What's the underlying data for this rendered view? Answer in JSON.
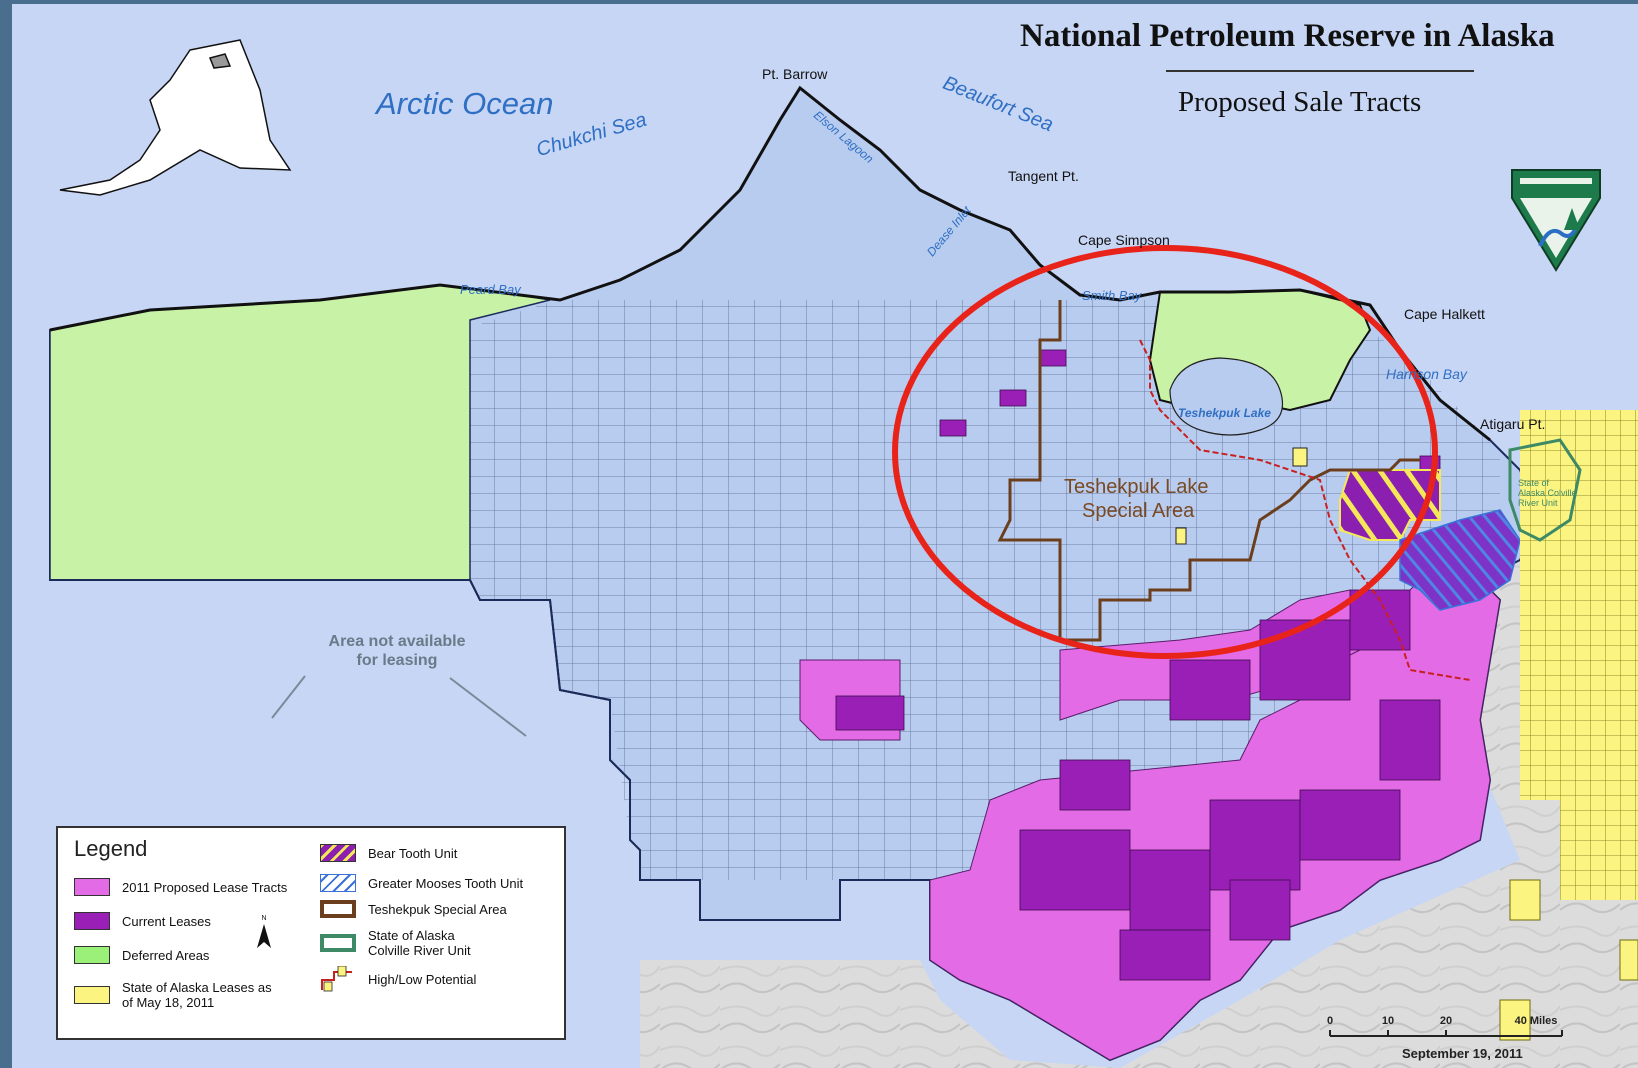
{
  "title": "National Petroleum Reserve in Alaska",
  "subtitle": "Proposed Sale Tracts",
  "labels": {
    "arctic_ocean": "Arctic Ocean",
    "chukchi_sea": "Chukchi Sea",
    "beaufort_sea": "Beaufort Sea",
    "pt_barrow": "Pt. Barrow",
    "elson_lagoon": "Elson Lagoon",
    "dease_inlet": "Dease Inlet",
    "tangent_pt": "Tangent Pt.",
    "cape_simpson": "Cape Simpson",
    "smith_bay": "Smith Bay",
    "cape_halkett": "Cape Halkett",
    "harrison_bay": "Harrison Bay",
    "atigaru_pt": "Atigaru Pt.",
    "peard_bay": "Peard Bay",
    "teshekpuk_lake": "Teshekpuk Lake",
    "special_area_line1": "Teshekpuk Lake",
    "special_area_line2": "Special Area",
    "not_available_line1": "Area not available",
    "not_available_line2": "for leasing",
    "colville_unit": "State of Alaska Colville River Unit"
  },
  "legend": {
    "title": "Legend",
    "items": [
      {
        "label": "2011 Proposed Lease Tracts",
        "color": "#e36be6"
      },
      {
        "label": "Current Leases",
        "color": "#9a1fb7"
      },
      {
        "label": "Deferred Areas",
        "color": "#c8f2a6"
      },
      {
        "label": "State of Alaska Leases as of May 18, 2011",
        "color": "#fbf481"
      },
      {
        "label": "Bear Tooth Unit",
        "color": "#8a1fb0"
      },
      {
        "label": "Greater Mooses Tooth Unit",
        "color": "#3a72d8"
      },
      {
        "label": "Teshekpuk Special Area",
        "color": "#6b3f1e"
      },
      {
        "label": "State of Alaska Colville River Unit",
        "color": "#3e8a66"
      },
      {
        "label": "High/Low Potential",
        "color": "#c8201f"
      }
    ],
    "north_symbol": "N"
  },
  "scale": {
    "ticks": [
      "0",
      "10",
      "20",
      "40 Miles"
    ]
  },
  "date": "September 19, 2011",
  "colors": {
    "ocean": "#c7d6f4",
    "land_tracts": "#b8ccef",
    "highlight_ellipse": "#e8231a",
    "agency_logo": "#1d7a4a"
  },
  "icons": [
    "north-arrow-icon",
    "blm-logo-icon",
    "alaska-inset-icon"
  ]
}
